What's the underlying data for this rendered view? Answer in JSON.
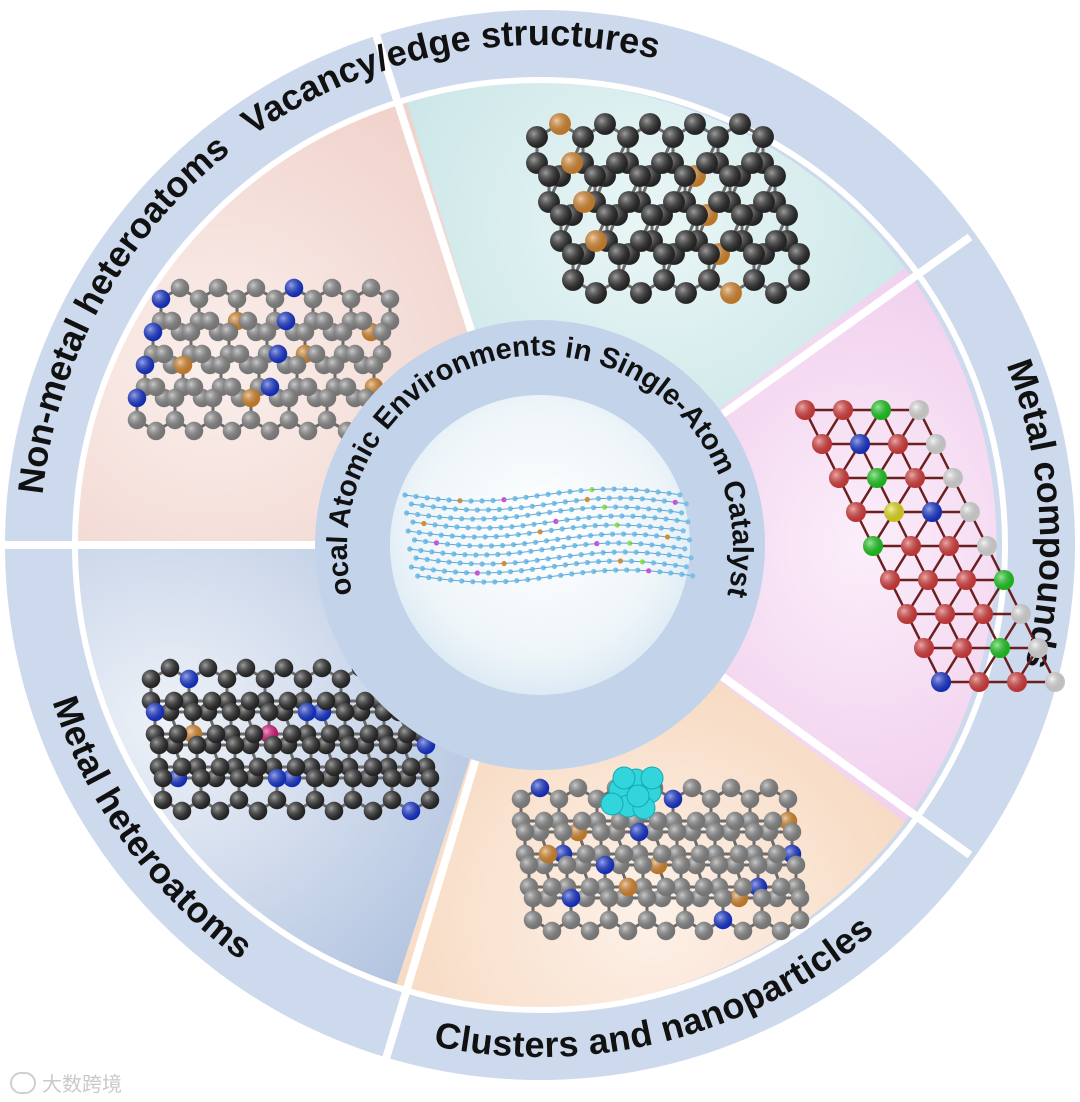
{
  "diagram": {
    "center_title": "Local Atomic Environments in Single-Atom Catalysts",
    "sectors": [
      {
        "id": "vacancy",
        "label": "Vacancy/edge structures",
        "color": "#d6ecec"
      },
      {
        "id": "metal-compounds",
        "label": "Metal compounds",
        "color": "#f3d3ee"
      },
      {
        "id": "clusters",
        "label": "Clusters and nanoparticles",
        "color": "#f8e1cf"
      },
      {
        "id": "metal-hetero",
        "label": "Metal heteroatoms",
        "color": "#c3cfe4"
      },
      {
        "id": "nonmetal",
        "label": "Non-metal heteroatoms",
        "color": "#f2dcd8"
      }
    ],
    "colors": {
      "ring": "#cdd9ec",
      "divider": "#ffffff",
      "center_ring": "#c2d3ea",
      "carbon_black": "#262626",
      "carbon_gray": "#8a8a8a",
      "nitrogen": "#1131d6",
      "dopant_orange": "#e08a2a",
      "metal_pink": "#e0157a",
      "oxygen_red": "#e23a3a",
      "green_atom": "#19d21c",
      "yellow_atom": "#f0e81a",
      "cluster_cyan": "#33d5dd",
      "sheet_blue": "#79bfe6"
    },
    "icons": [
      "graphene-sheet-icon",
      "molecule-structure-icon",
      "cluster-icon"
    ]
  },
  "watermark": {
    "text": "大数跨境"
  }
}
